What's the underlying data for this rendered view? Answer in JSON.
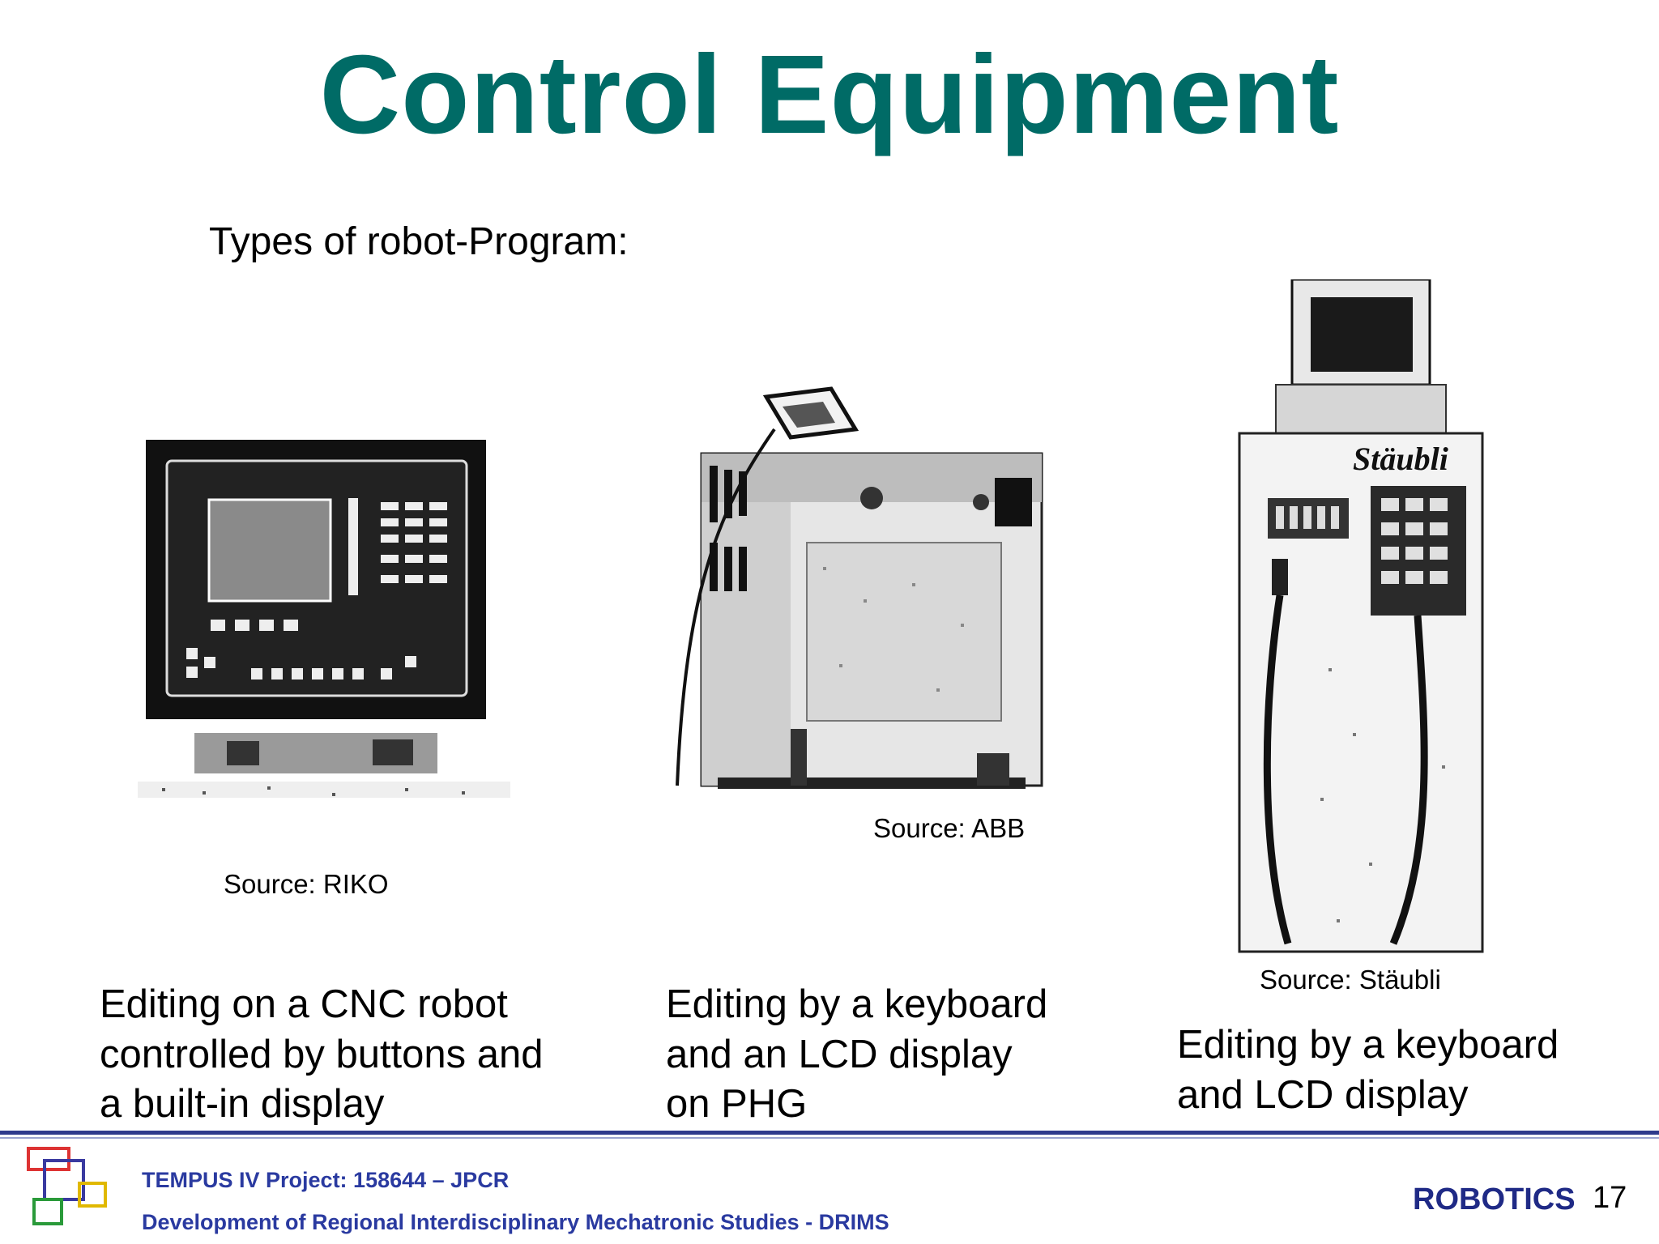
{
  "slide": {
    "title": "Control Equipment",
    "subtitle": "Types of robot-Program:"
  },
  "panels": [
    {
      "image_icon": "cnc-control-panel-photo",
      "source": "Source: RIKO",
      "caption": "Editing on a CNC robot\ncontrolled by buttons and\na built-in display"
    },
    {
      "image_icon": "abb-controller-cabinet-photo",
      "source": "Source: ABB",
      "caption": "Editing by a keyboard\nand an LCD display\non PHG"
    },
    {
      "image_icon": "staubli-controller-photo",
      "source": "Source: Stäubli",
      "caption": "Editing by a keyboard\nand LCD display"
    }
  ],
  "footer": {
    "project": "TEMPUS IV Project: 158644 – JPCR",
    "program": "Development of Regional Interdisciplinary Mechatronic Studies - DRIMS",
    "course": "ROBOTICS",
    "page_number": "17",
    "logo_icon": "interlocking-squares-logo",
    "colors": {
      "title": "#006b66",
      "footer_text": "#2a3aa0",
      "rule": "#2e3a8c"
    }
  }
}
